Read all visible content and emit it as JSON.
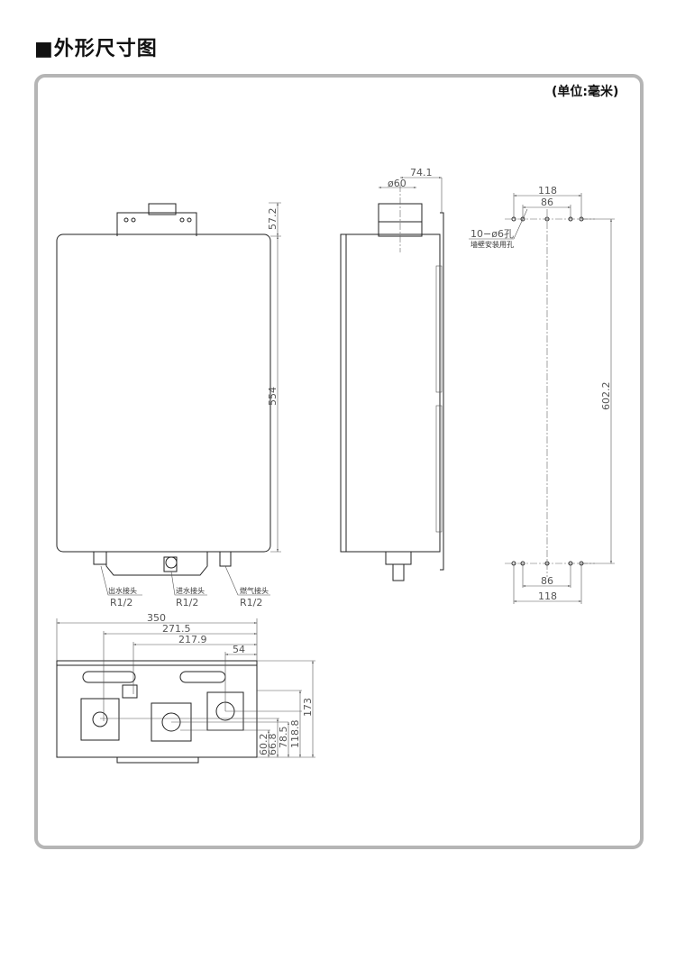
{
  "title": "■外形尺寸图",
  "unit": "(单位:毫米)",
  "front_view": {
    "height_body": "554",
    "height_top": "57.2",
    "connectors": [
      {
        "name": "出水接头",
        "size": "R1/2"
      },
      {
        "name": "进水接头",
        "size": "R1/2"
      },
      {
        "name": "燃气接头",
        "size": "R1/2"
      }
    ]
  },
  "side_view": {
    "flue_offset": "74.1",
    "flue_diameter": "ø60"
  },
  "wall_mount": {
    "outer_width": "118",
    "inner_width": "86",
    "hole_note": "10−ø6孔",
    "hole_desc": "墙壁安装用孔",
    "vertical_spacing": "602.2",
    "bottom_inner_width": "86",
    "bottom_outer_width": "118"
  },
  "bottom_view": {
    "widths": [
      "350",
      "271.5",
      "217.9",
      "54"
    ],
    "heights": [
      "60.2",
      "66.8",
      "78.5",
      "118.8",
      "173"
    ]
  }
}
